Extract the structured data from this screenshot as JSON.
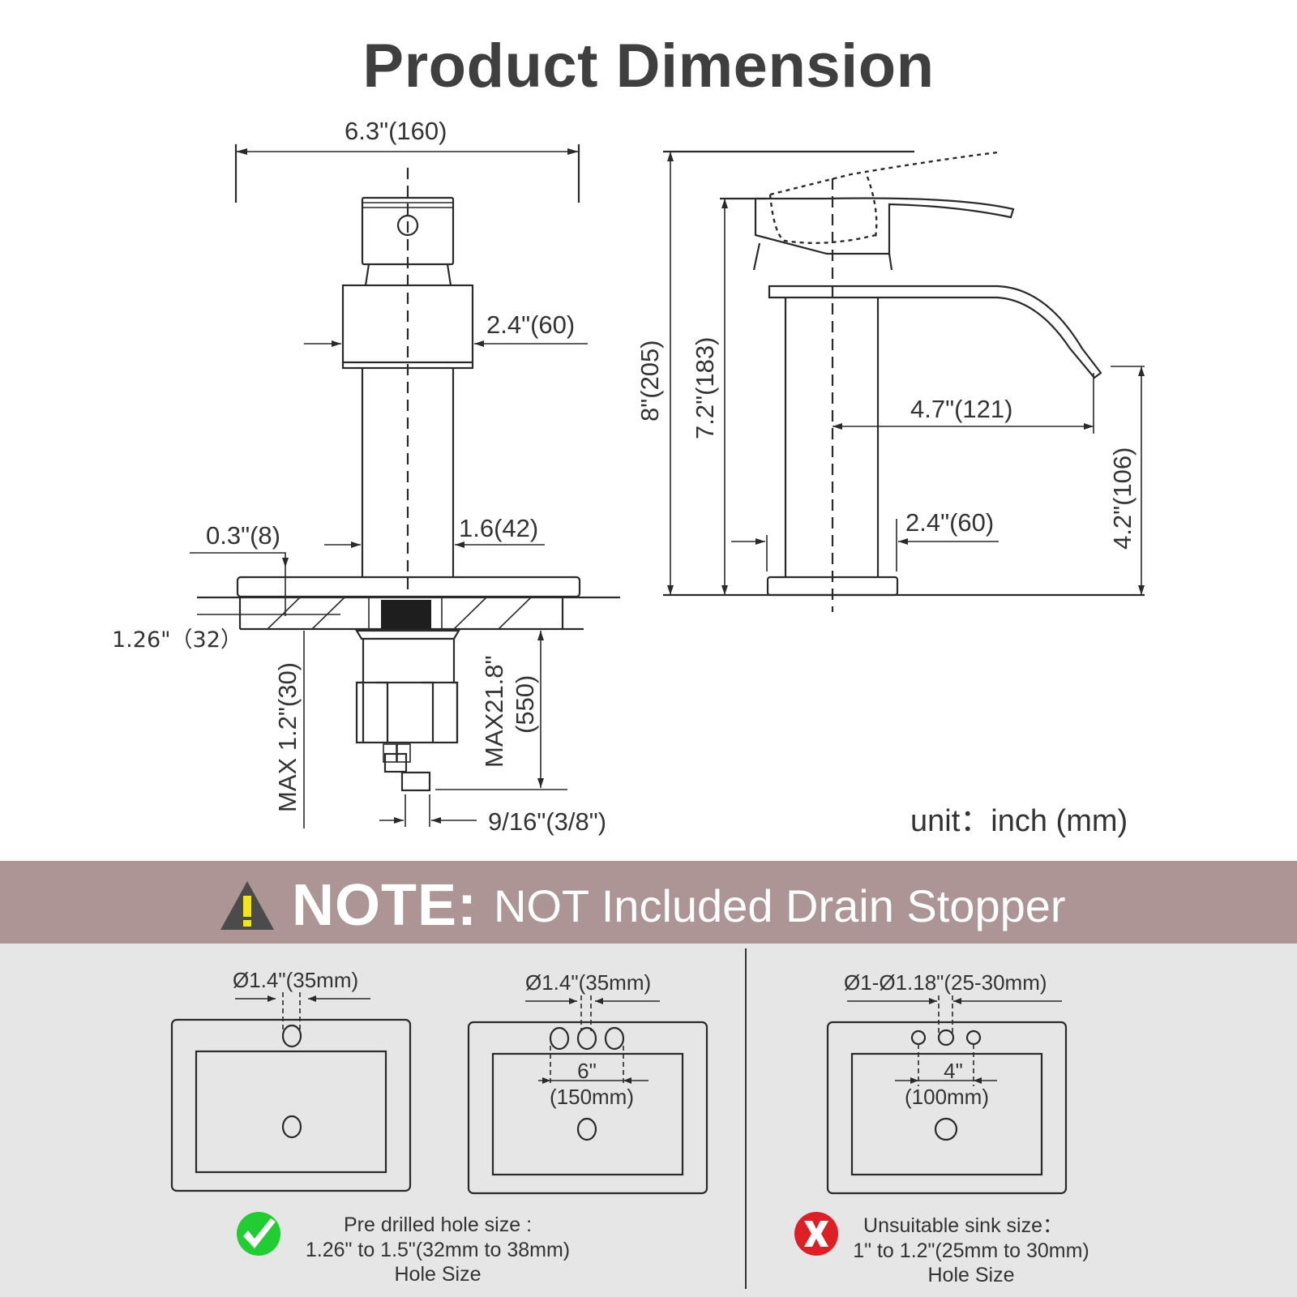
{
  "title": "Product Dimension",
  "front_view": {
    "overall_width": "6.3\"(160)",
    "handle_body_width": "2.4\"(60)",
    "body_diameter": "1.6(42)",
    "deck_plate_thickness": "0.3\"(8)",
    "hole_diameter": "1.26\"（32）",
    "max_deck_thickness": "MAX 1.2\"(30)",
    "max_hose_length_in": "MAX21.8\"",
    "max_hose_length_mm": "(550)",
    "connector_size": "9/16\"(3/8\")"
  },
  "side_view": {
    "max_height": "8\"(205)",
    "faucet_height": "7.2\"(183)",
    "spout_reach": "4.7\"(121)",
    "spout_height": "4.2\"(106)",
    "base_width": "2.4\"(60)"
  },
  "unit_label": "unit：inch (mm)",
  "note": {
    "label": "NOTE:",
    "text": "NOT Included Drain Stopper",
    "icon": "warning-icon"
  },
  "sinks": [
    {
      "hole_label": "Ø1.4\"(35mm)",
      "holes": 1
    },
    {
      "hole_label": "Ø1.4\"(35mm)",
      "holes": 3,
      "spacing_in": "6\"",
      "spacing_mm": "(150mm)"
    },
    {
      "hole_label": "Ø1-Ø1.18\"(25-30mm)",
      "holes": 3,
      "spacing_in": "4\"",
      "spacing_mm": "(100mm)"
    }
  ],
  "suitable": {
    "icon": "check-icon",
    "line1": "Pre drilled hole size :",
    "line2": "1.26\" to 1.5\"(32mm to 38mm)",
    "line3": "Hole Size"
  },
  "unsuitable": {
    "icon": "x-icon",
    "line1": "Unsuitable sink size：",
    "line2": "1\" to 1.2\"(25mm to 30mm)",
    "line3": "Hole Size"
  },
  "colors": {
    "note_band": "#ad9596",
    "lower_panel": "#e6e6e6",
    "check_green": "#22cc33",
    "x_red": "#dd1f26",
    "warning_yellow": "#f2e51a"
  }
}
